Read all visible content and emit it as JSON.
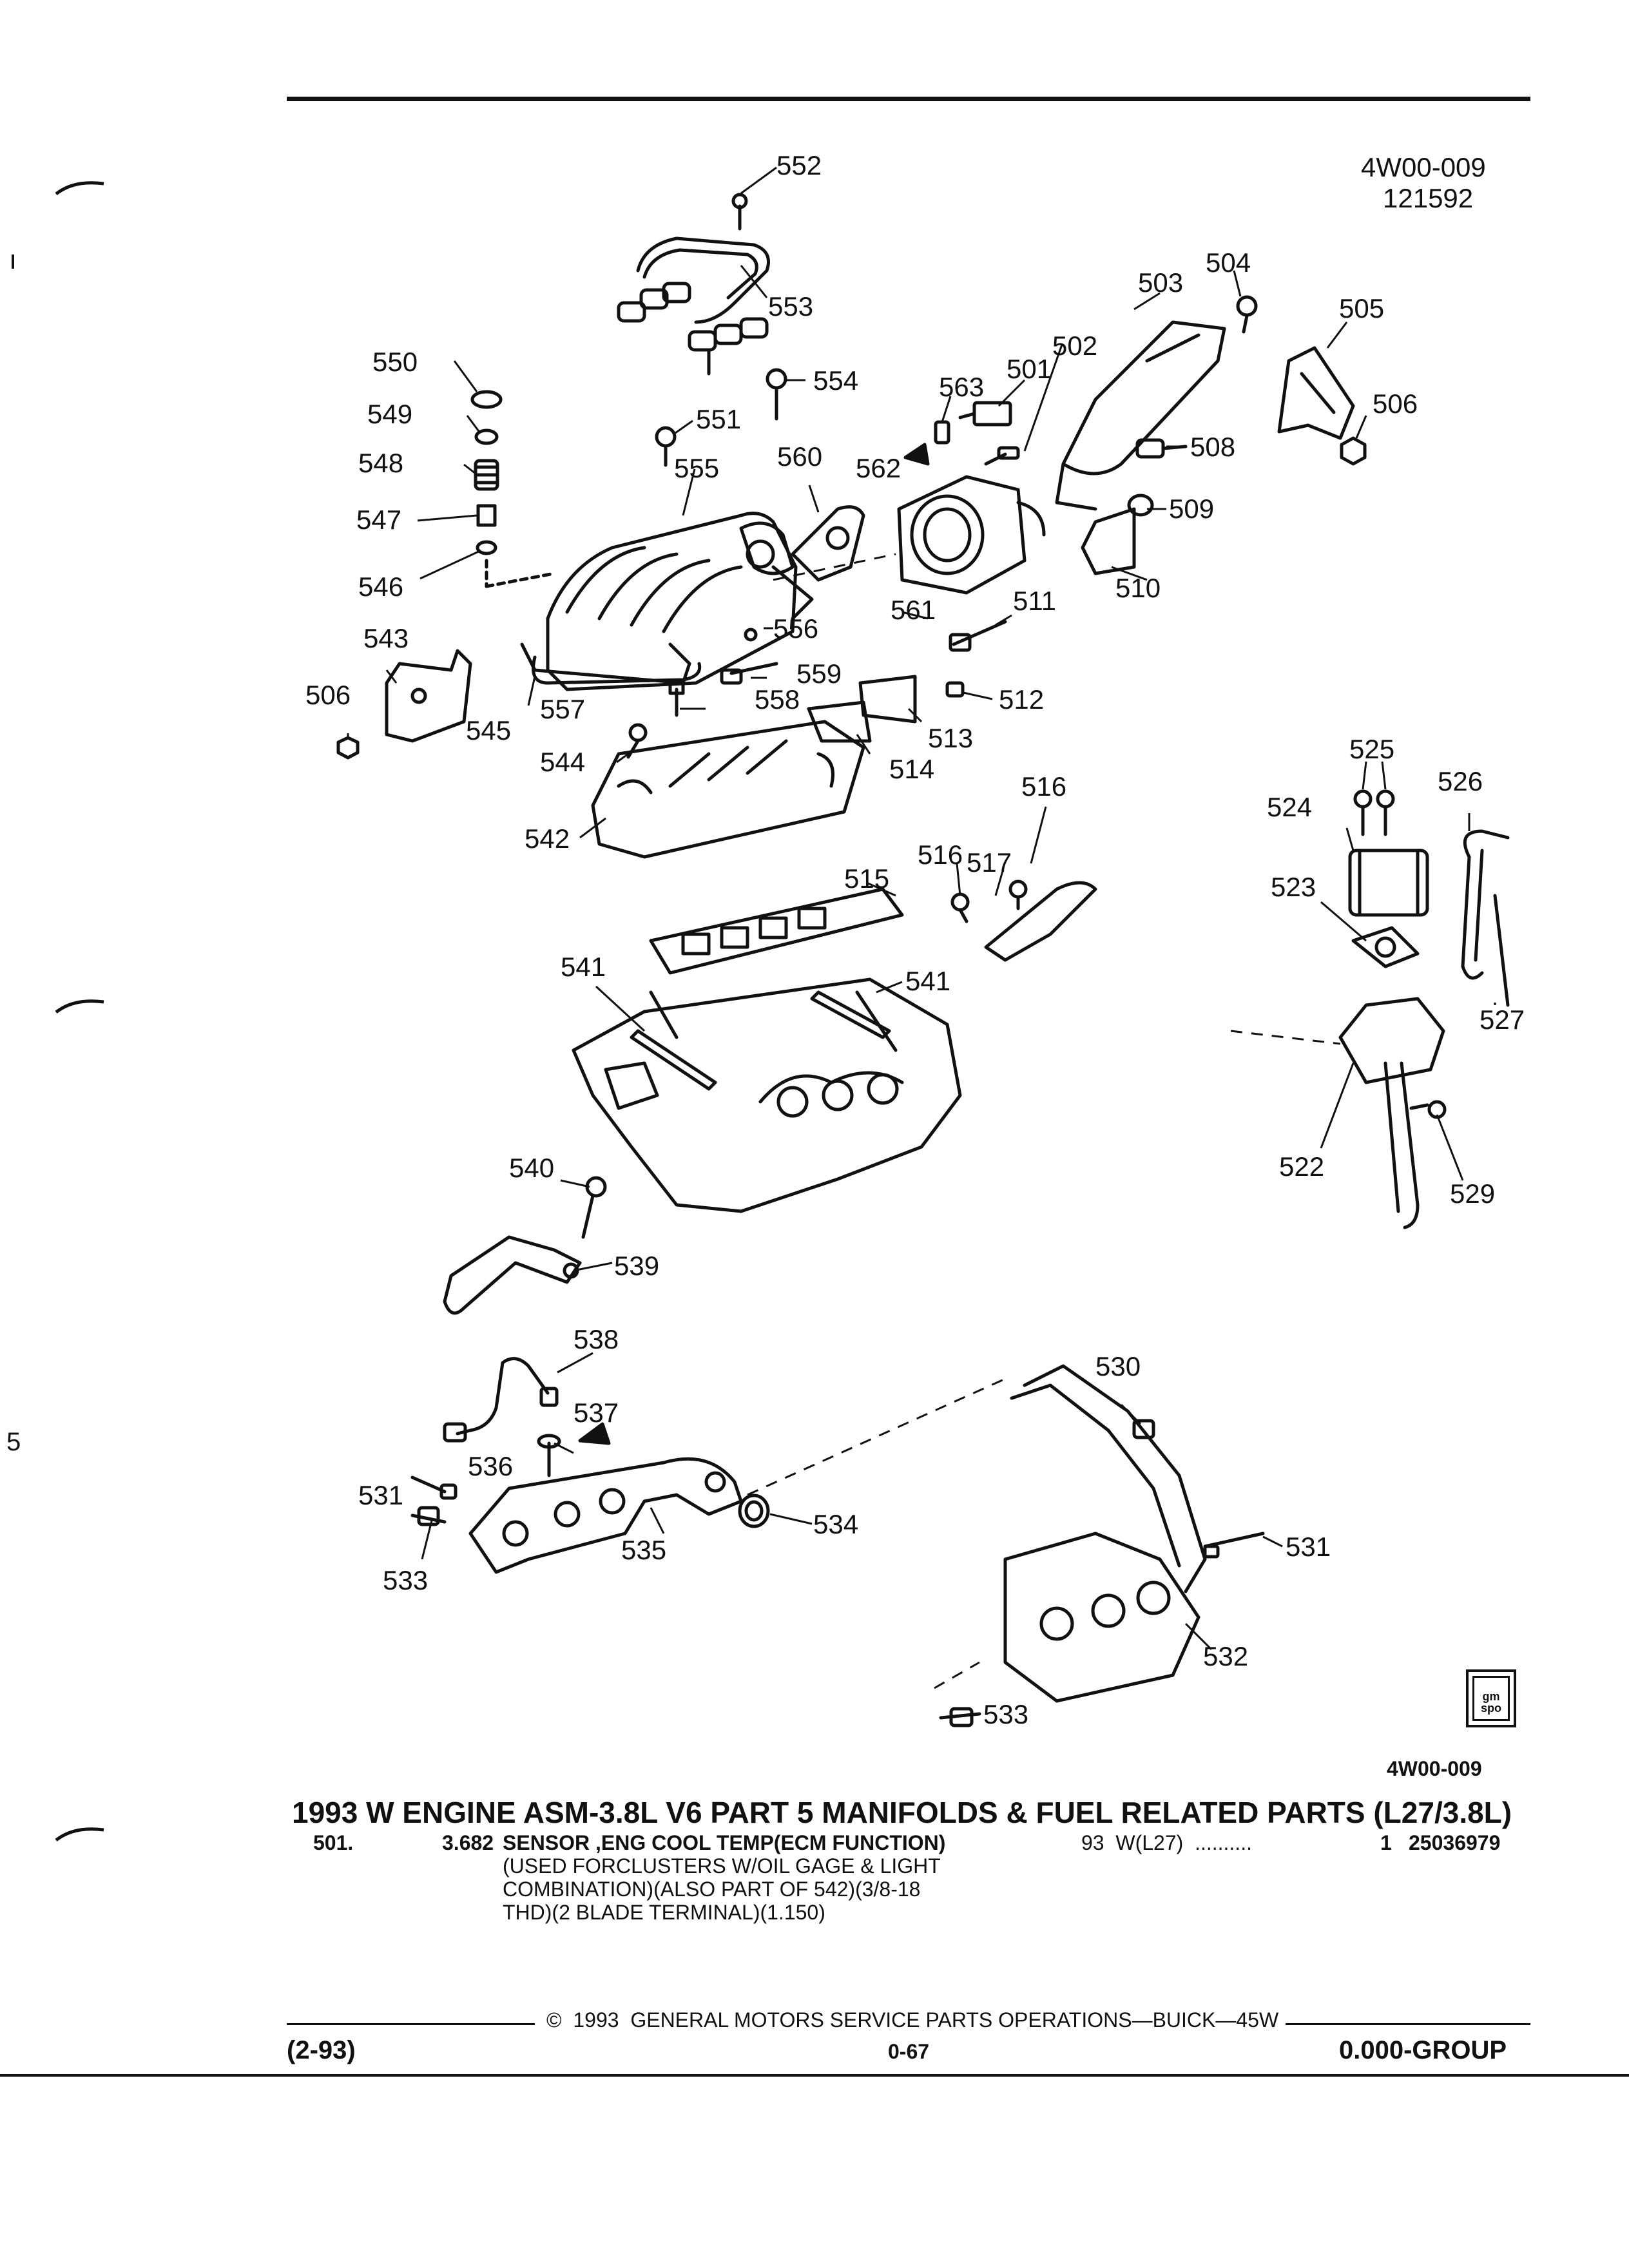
{
  "header": {
    "doc_code": "4W00-009",
    "doc_date": "121592"
  },
  "diagram": {
    "callouts": [
      {
        "id": "552",
        "label": "552"
      },
      {
        "id": "553",
        "label": "553"
      },
      {
        "id": "554",
        "label": "554"
      },
      {
        "id": "550",
        "label": "550"
      },
      {
        "id": "549",
        "label": "549"
      },
      {
        "id": "548",
        "label": "548"
      },
      {
        "id": "547",
        "label": "547"
      },
      {
        "id": "546",
        "label": "546"
      },
      {
        "id": "551",
        "label": "551"
      },
      {
        "id": "555",
        "label": "555"
      },
      {
        "id": "560",
        "label": "560"
      },
      {
        "id": "563",
        "label": "563"
      },
      {
        "id": "501",
        "label": "501"
      },
      {
        "id": "502",
        "label": "502"
      },
      {
        "id": "562",
        "label": "562"
      },
      {
        "id": "503",
        "label": "503"
      },
      {
        "id": "504",
        "label": "504"
      },
      {
        "id": "505",
        "label": "505"
      },
      {
        "id": "506a",
        "label": "506"
      },
      {
        "id": "508",
        "label": "508"
      },
      {
        "id": "509",
        "label": "509"
      },
      {
        "id": "510",
        "label": "510"
      },
      {
        "id": "561",
        "label": "561"
      },
      {
        "id": "511",
        "label": "511"
      },
      {
        "id": "556",
        "label": "556"
      },
      {
        "id": "559",
        "label": "559"
      },
      {
        "id": "558",
        "label": "558"
      },
      {
        "id": "557",
        "label": "557"
      },
      {
        "id": "512",
        "label": "512"
      },
      {
        "id": "513",
        "label": "513"
      },
      {
        "id": "514",
        "label": "514"
      },
      {
        "id": "543",
        "label": "543"
      },
      {
        "id": "506b",
        "label": "506"
      },
      {
        "id": "545",
        "label": "545"
      },
      {
        "id": "544",
        "label": "544"
      },
      {
        "id": "542",
        "label": "542"
      },
      {
        "id": "525",
        "label": "525"
      },
      {
        "id": "524",
        "label": "524"
      },
      {
        "id": "526",
        "label": "526"
      },
      {
        "id": "523",
        "label": "523"
      },
      {
        "id": "527",
        "label": "527"
      },
      {
        "id": "522",
        "label": "522"
      },
      {
        "id": "529",
        "label": "529"
      },
      {
        "id": "516a",
        "label": "516"
      },
      {
        "id": "516b",
        "label": "516"
      },
      {
        "id": "517",
        "label": "517"
      },
      {
        "id": "515",
        "label": "515"
      },
      {
        "id": "541a",
        "label": "541"
      },
      {
        "id": "541b",
        "label": "541"
      },
      {
        "id": "540",
        "label": "540"
      },
      {
        "id": "539",
        "label": "539"
      },
      {
        "id": "538",
        "label": "538"
      },
      {
        "id": "537",
        "label": "537"
      },
      {
        "id": "536",
        "label": "536"
      },
      {
        "id": "530",
        "label": "530"
      },
      {
        "id": "531a",
        "label": "531"
      },
      {
        "id": "531b",
        "label": "531"
      },
      {
        "id": "533a",
        "label": "533"
      },
      {
        "id": "535",
        "label": "535"
      },
      {
        "id": "534",
        "label": "534"
      },
      {
        "id": "532",
        "label": "532"
      },
      {
        "id": "533b",
        "label": "533"
      }
    ],
    "figure_code": "4W00-009",
    "badge_text": [
      "gm",
      "spo"
    ]
  },
  "caption": {
    "title": "1993 W ENGINE ASM-3.8L V6 PART 5 MANIFOLDS & FUEL RELATED PARTS (L27/3.8L)"
  },
  "parts_rows": [
    {
      "item": "501.",
      "qty_code": "3.682",
      "description": [
        "SENSOR ,ENG COOL TEMP(ECM FUNCTION)",
        "(USED FORCLUSTERS W/OIL GAGE & LIGHT",
        "COMBINATION)(ALSO PART OF 542)(3/8-18",
        "THD)(2 BLADE TERMINAL)(1.150)"
      ],
      "model": "93  W(L27)  ..........",
      "quantity": "1",
      "part_number": "25036979"
    }
  ],
  "footer": {
    "copyright": "©  1993  GENERAL MOTORS SERVICE PARTS OPERATIONS—BUICK—45W",
    "date_code": "(2-93)",
    "page": "0-67",
    "group": "0.000-GROUP"
  },
  "margin_marks": {
    "left_glyph": "5"
  }
}
